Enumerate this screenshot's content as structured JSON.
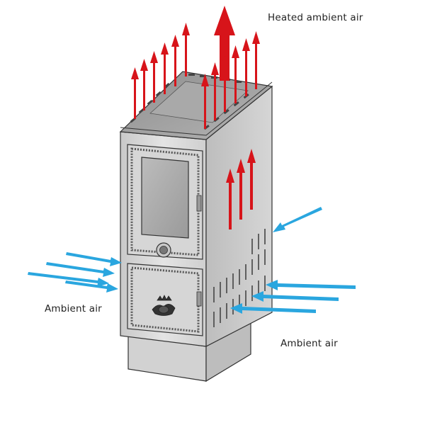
{
  "labels": {
    "heated_air": "Heated ambient air",
    "ambient_left": "Ambient air",
    "ambient_right": "Ambient air"
  },
  "colors": {
    "heated_arrow": "#d7141a",
    "ambient_arrow": "#2aa6df",
    "stove_body": "#d9d9d9",
    "stove_outline": "#333333"
  }
}
